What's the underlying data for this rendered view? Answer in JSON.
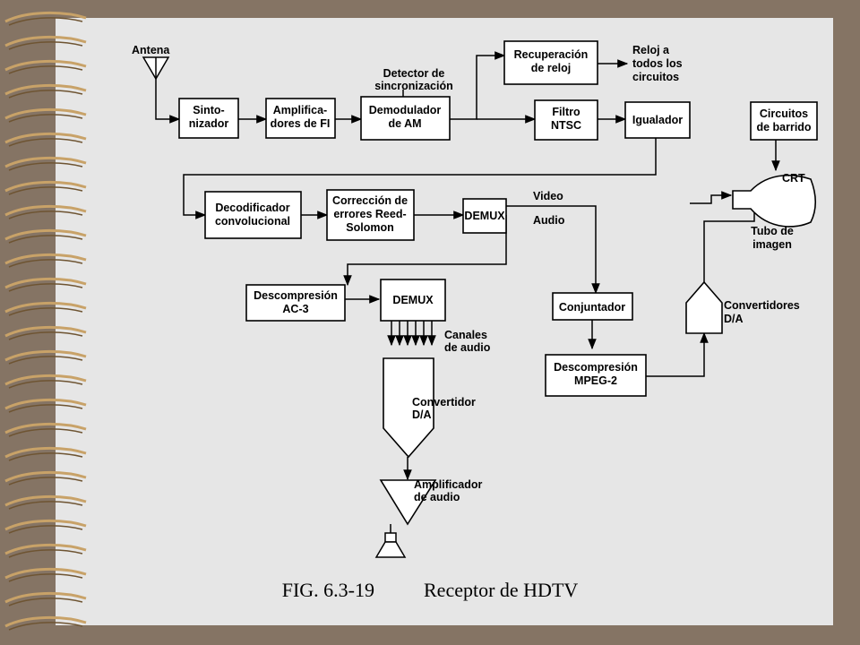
{
  "colors": {
    "frame": "#857464",
    "page": "#e6e6e6",
    "spiral": "#c8a268"
  },
  "diagram": {
    "nodes": {
      "antena": "Antena",
      "sintonizador": [
        "Sinto-",
        "nizador"
      ],
      "amplificadores_fi": [
        "Amplifica-",
        "dores de FI"
      ],
      "detector_sinc": [
        "Detector de",
        "sincronización"
      ],
      "demodulador_am": [
        "Demodulador",
        "de AM"
      ],
      "recuperacion_reloj": [
        "Recuperación",
        "de reloj"
      ],
      "reloj_circuitos": [
        "Reloj a",
        "todos los",
        "circuitos"
      ],
      "filtro_ntsc": [
        "Filtro",
        "NTSC"
      ],
      "igualador": "Igualador",
      "circuitos_barrido": [
        "Circuitos",
        "de barrido"
      ],
      "crt": "CRT",
      "tubo_imagen": [
        "Tubo de",
        "imagen"
      ],
      "decodificador_conv": [
        "Decodificador",
        "convolucional"
      ],
      "correccion_errores": [
        "Corrección de",
        "errores Reed-",
        "Solomon"
      ],
      "demux_video": "DEMUX",
      "video_label": "Video",
      "audio_label": "Audio",
      "descompresion_ac3": [
        "Descompresión",
        "AC-3"
      ],
      "demux_audio": "DEMUX",
      "canales_audio": [
        "Canales",
        "de audio"
      ],
      "conjuntador": "Conjuntador",
      "convertidores_da": [
        "Convertidores",
        "D/A"
      ],
      "descompresion_mpeg2": [
        "Descompresión",
        "MPEG-2"
      ],
      "convertidor_da": [
        "Convertidor",
        "D/A"
      ],
      "amplificador_audio": [
        "Amplificador",
        "de audio"
      ]
    }
  },
  "caption": {
    "figure": "FIG. 6.3-19",
    "title": "Receptor de HDTV"
  }
}
